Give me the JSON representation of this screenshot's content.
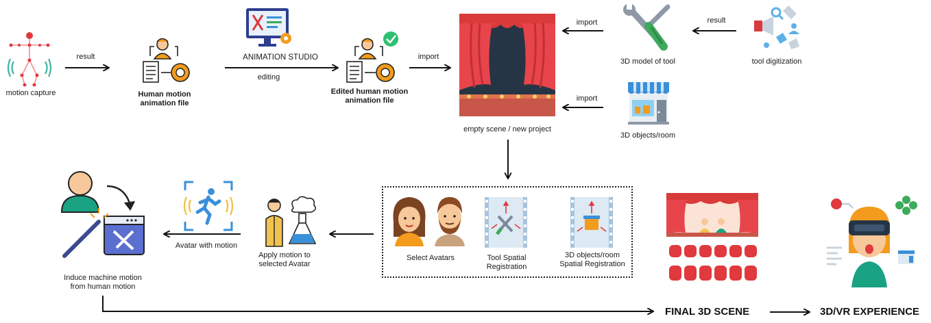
{
  "nodes": {
    "motion_capture": "motion capture",
    "human_motion_file": [
      "Human motion",
      "animation file"
    ],
    "animation_studio": "ANIMATION STUDIO",
    "editing": "editing",
    "edited_motion_file": [
      "Edited human motion",
      "animation file"
    ],
    "empty_scene": "empty scene / new project",
    "tool_model": "3D model of tool",
    "tool_digitization": "tool digitization",
    "objects_room": "3D objects/room",
    "select_avatars": "Select Avatars",
    "tool_registration": [
      "Tool Spatial",
      "Registration"
    ],
    "objects_registration": [
      "3D objects/room",
      "Spatial Registration"
    ],
    "apply_motion": [
      "Apply motion to",
      "selected Avatar"
    ],
    "avatar_with_motion": "Avatar with motion",
    "induce_machine_motion": [
      "Induce machine motion",
      "from human motion"
    ],
    "final_scene": "FINAL 3D SCENE",
    "vr_experience": "3D/VR EXPERIENCE"
  },
  "edges": {
    "result_1": "result",
    "import_1": "import",
    "import_2": "import",
    "import_3": "import",
    "result_2": "result"
  },
  "colors": {
    "arrow": "#111111",
    "curtain_red": "#d93a3a",
    "stage_dark": "#263545",
    "floor": "#c8574a",
    "orange": "#f29b1d",
    "blue": "#3a8fd9",
    "green": "#3daa5c",
    "skin": "#f6c89a",
    "screen_blue": "#2d3e8f"
  }
}
